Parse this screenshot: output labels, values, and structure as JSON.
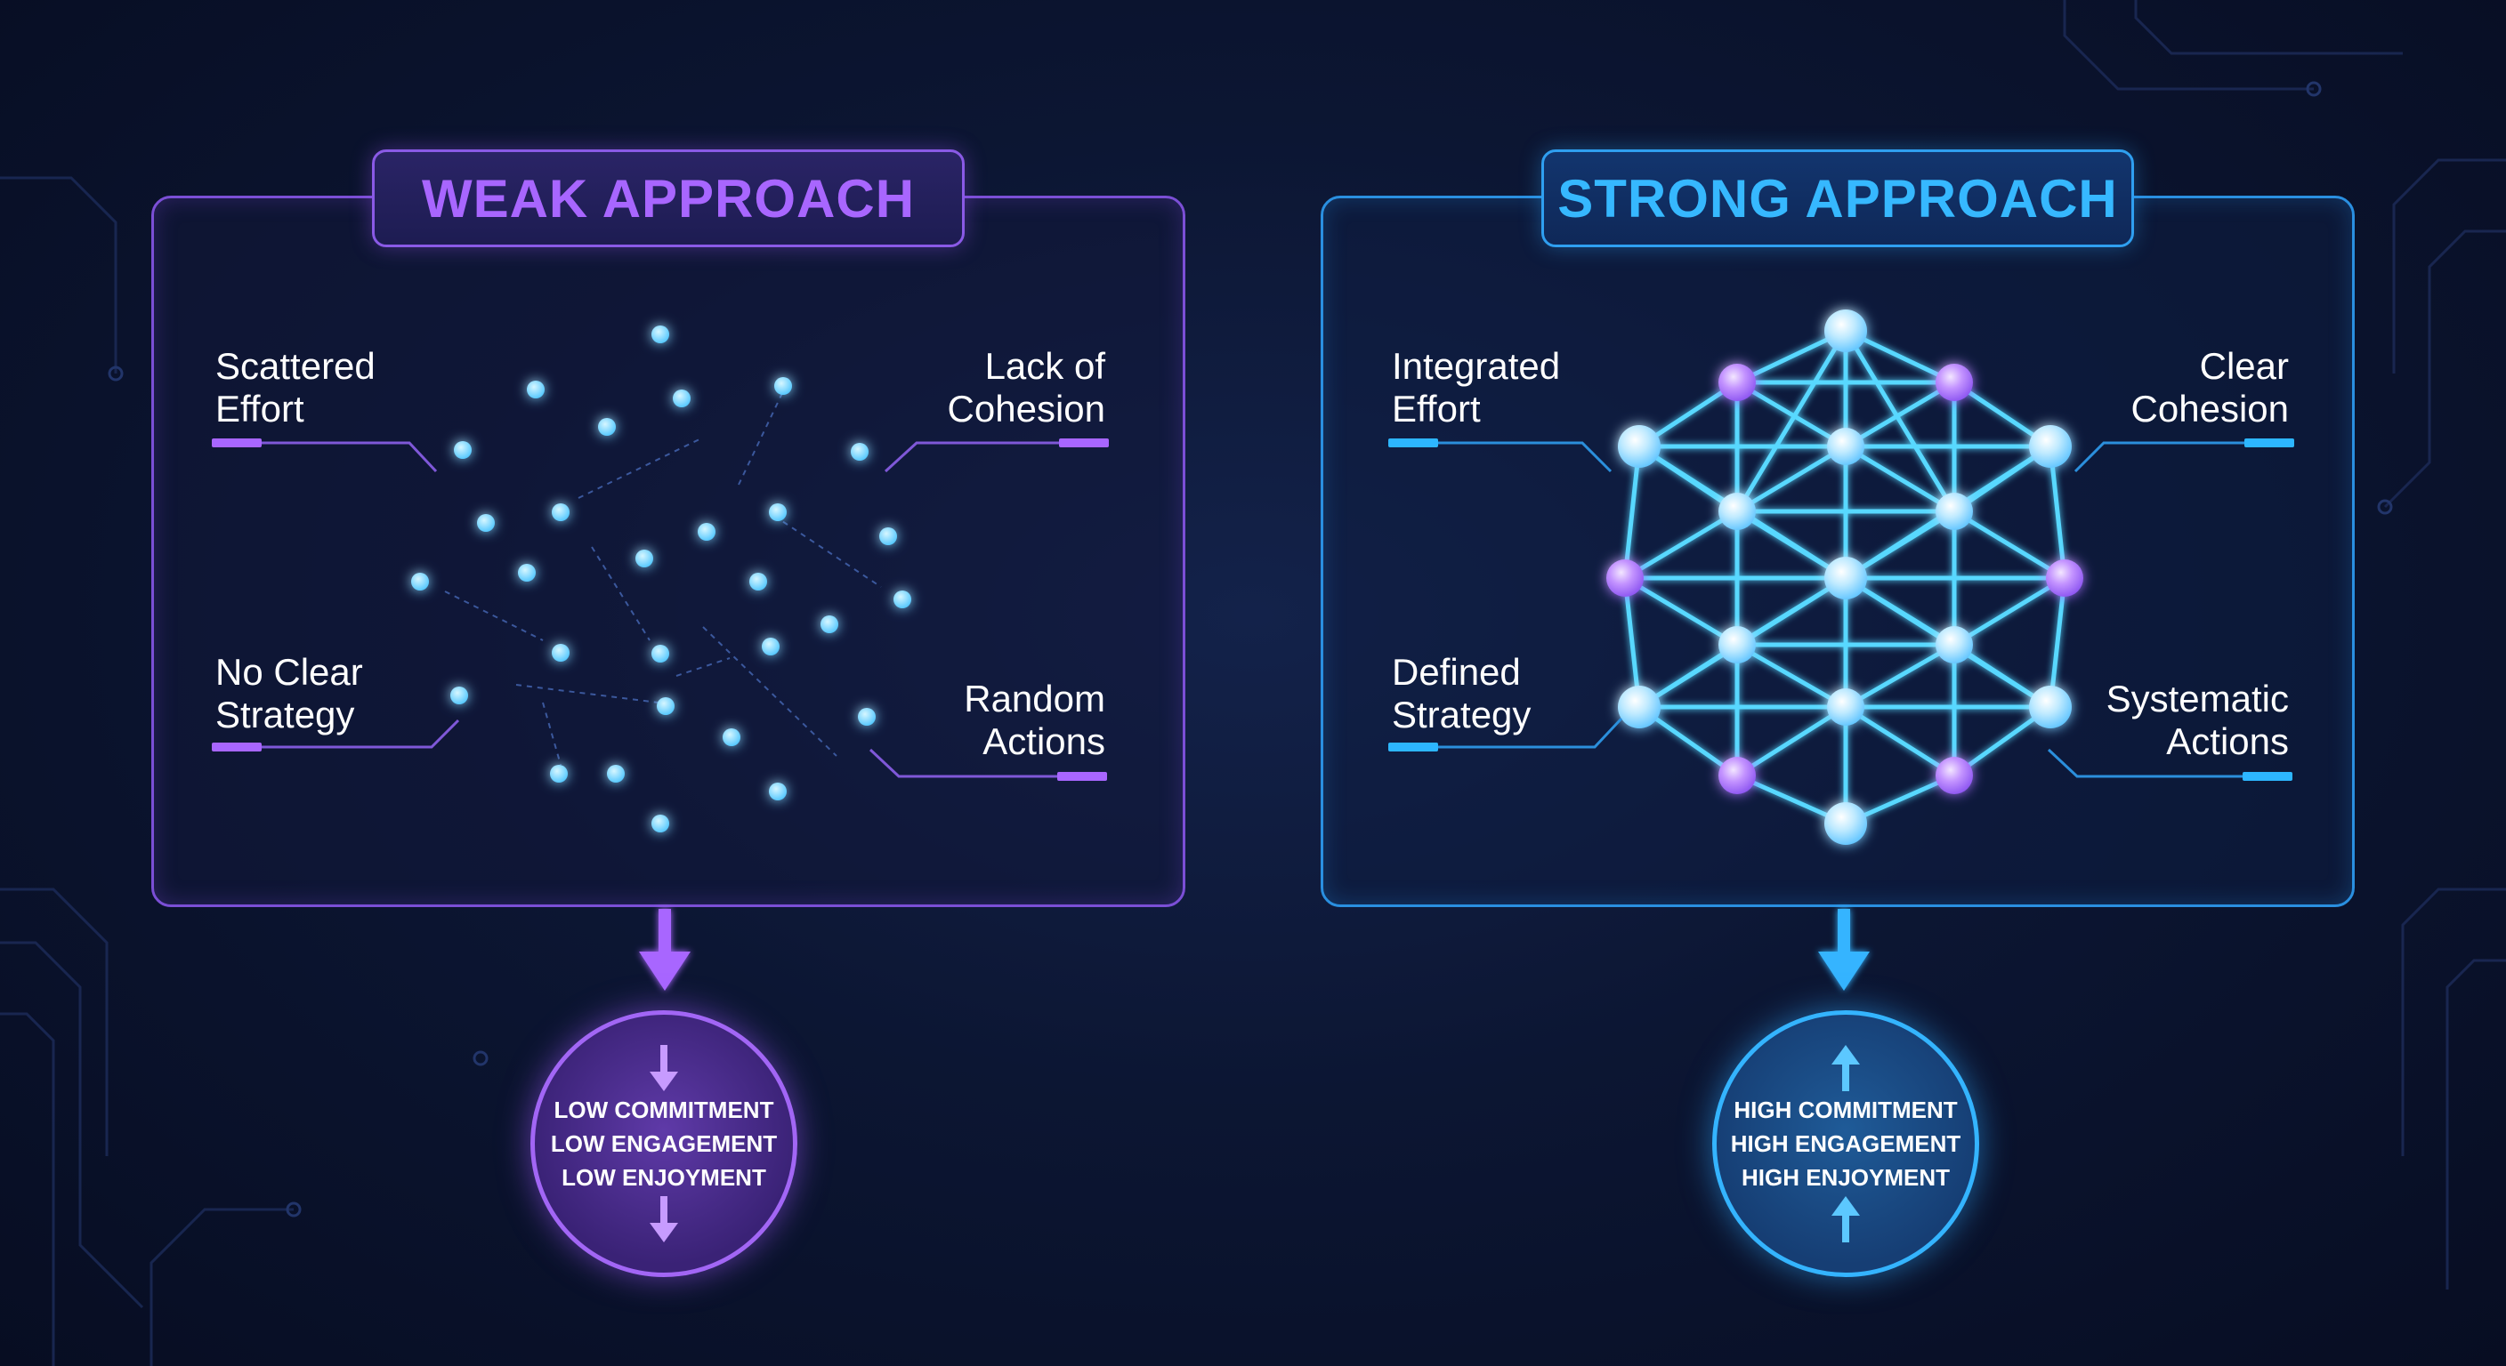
{
  "weak": {
    "title": "WEAK APPROACH",
    "labels": {
      "top_left": [
        "Scattered",
        "Effort"
      ],
      "top_right": [
        "Lack of",
        "Cohesion"
      ],
      "bottom_left": [
        "No Clear",
        "Strategy"
      ],
      "bottom_right": [
        "Random",
        "Actions"
      ]
    },
    "outcome": [
      "LOW COMMITMENT",
      "LOW ENGAGEMENT",
      "LOW ENJOYMENT"
    ],
    "accent": "#a866ff",
    "arrow_direction": "down"
  },
  "strong": {
    "title": "STRONG APPROACH",
    "labels": {
      "top_left": [
        "Integrated",
        "Effort"
      ],
      "top_right": [
        "Clear",
        "Cohesion"
      ],
      "bottom_left": [
        "Defined",
        "Strategy"
      ],
      "bottom_right": [
        "Systematic",
        "Actions"
      ]
    },
    "outcome": [
      "HIGH COMMITMENT",
      "HIGH ENGAGEMENT",
      "HIGH ENJOYMENT"
    ],
    "accent": "#36b8ff",
    "arrow_direction": "up"
  },
  "icons": {
    "weak_outcome_arrows": "arrow-down-icon",
    "strong_outcome_arrows": "arrow-up-icon",
    "flow_arrows": "arrow-down-icon"
  },
  "colors": {
    "background": "#0c1633",
    "weak_border": "#7b4fd6",
    "strong_border": "#2a8fe0",
    "weak_dot": "#67d4ff",
    "strong_node_core": "#dff4ff",
    "strong_link": "#58d8ff"
  }
}
